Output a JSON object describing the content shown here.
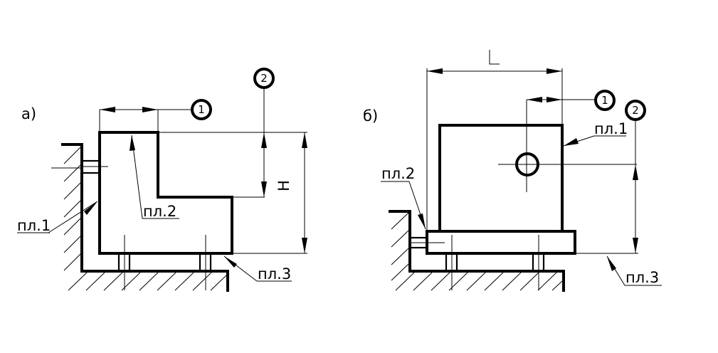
{
  "left_view": {
    "caption": "а)",
    "plane_labels": [
      "пл.1",
      "пл.2",
      "пл.3"
    ],
    "markers": [
      "1",
      "2"
    ],
    "dimension_letter": "H"
  },
  "right_view": {
    "caption": "б)",
    "plane_labels": [
      "пл.1",
      "пл.2",
      "пл.3"
    ],
    "markers": [
      "1",
      "2"
    ],
    "dimension_letter": "L"
  }
}
